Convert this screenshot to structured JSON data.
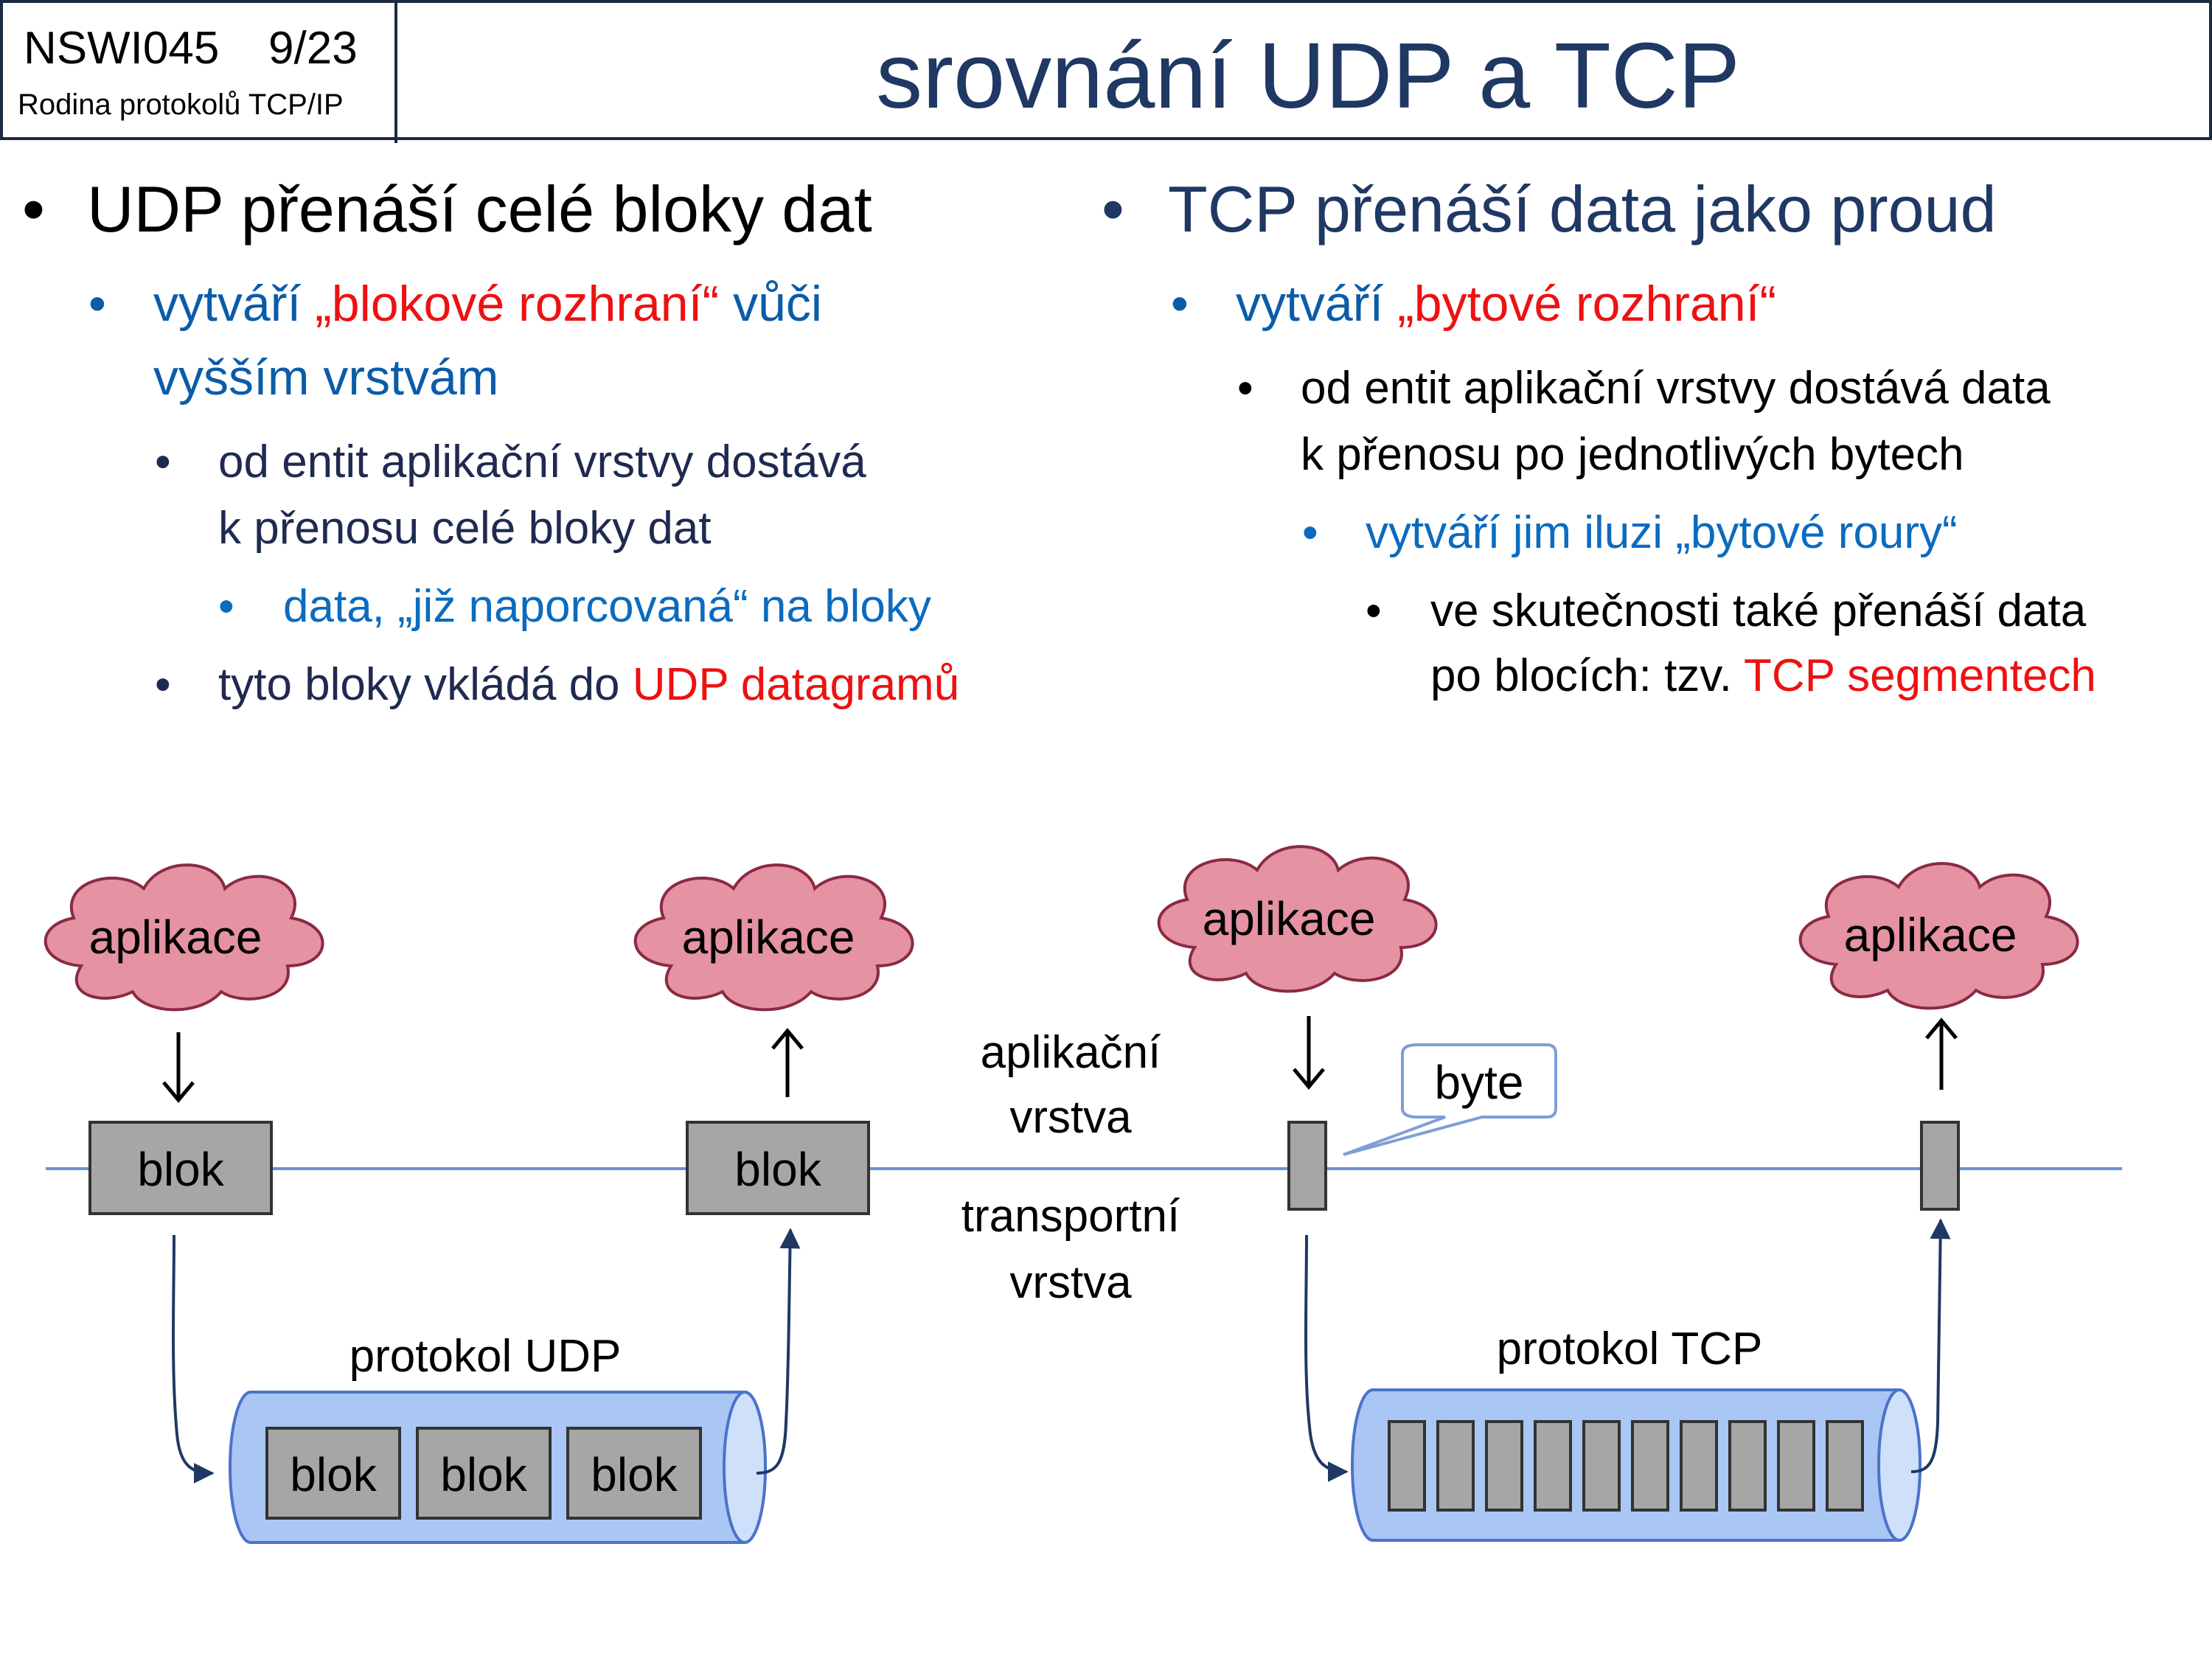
{
  "header": {
    "course_code": "NSWI045",
    "slide_number": "9/23",
    "course_subtitle": "Rodina protokolů TCP/IP",
    "title": "srovnání UDP a TCP"
  },
  "left": {
    "heading": "UDP přenáší celé bloky dat",
    "sub1_prefix": "vytváří ",
    "sub1_highlight": "„blokové rozhraní“",
    "sub1_suffix": " vůči",
    "sub1_line2": "vyšším vrstvám",
    "sub2_line1": "od entit aplikační vrstvy dostává",
    "sub2_line2": "k přenosu celé bloky dat",
    "sub3": "data, „již naporcovaná“ na bloky",
    "sub4_prefix": "tyto bloky vkládá do ",
    "sub4_highlight": "UDP datagramů"
  },
  "right": {
    "heading": "TCP přenáší data jako proud",
    "sub1_prefix": "vytváří ",
    "sub1_highlight": "„bytové rozhraní“",
    "sub2_line1": "od entit aplikační vrstvy dostává data",
    "sub2_line2": "k přenosu po jednotlivých bytech",
    "sub3": "vytváří jim iluzi „bytové roury“",
    "sub4_line1": "ve skutečnosti také přenáší data",
    "sub4_prefix": "po blocích: tzv. ",
    "sub4_highlight": "TCP segmentech"
  },
  "diagram": {
    "app_label": "aplikace",
    "block_label": "blok",
    "layer_app_line1": "aplikační",
    "layer_app_line2": "vrstva",
    "layer_transport_line1": "transportní",
    "layer_transport_line2": "vrstva",
    "udp_label": "protokol UDP",
    "tcp_label": "protokol TCP",
    "byte_callout": "byte",
    "tcp_byte_count": 10,
    "colors": {
      "cloud_fill": "#e592a3",
      "cloud_stroke": "#8a2a44",
      "block_fill": "#a6a6a6",
      "pipe_fill": "#a9c6f5",
      "pipe_stroke": "#4b73c9",
      "layer_line": "#6d8fd6",
      "arrow": "#1f3864"
    }
  }
}
